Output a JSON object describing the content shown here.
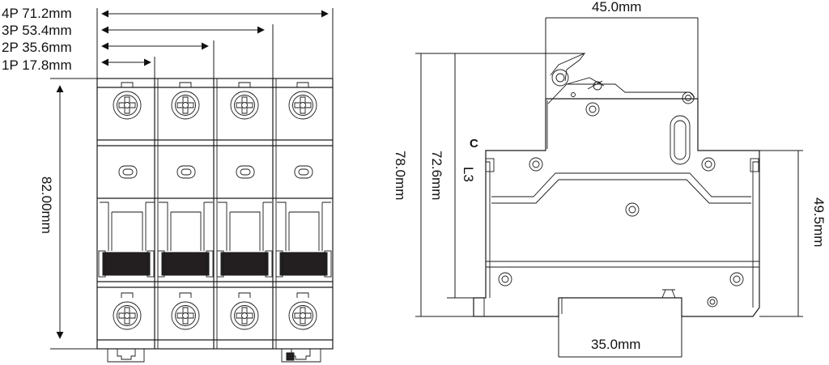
{
  "front_view": {
    "pole_widths": [
      {
        "label": "4P 71.2mm"
      },
      {
        "label": "3P 53.4mm"
      },
      {
        "label": "2P 35.6mm"
      },
      {
        "label": "1P 17.8mm"
      }
    ],
    "height_label": "82.00mm",
    "pole_count": 4
  },
  "side_view": {
    "top_width_label": "45.0mm",
    "overall_height_label": "78.0mm",
    "body_height_label": "72.6mm",
    "curve_letter": "C",
    "terminal_label": "L3",
    "right_height_label": "49.5mm",
    "bottom_width_label": "35.0mm"
  }
}
